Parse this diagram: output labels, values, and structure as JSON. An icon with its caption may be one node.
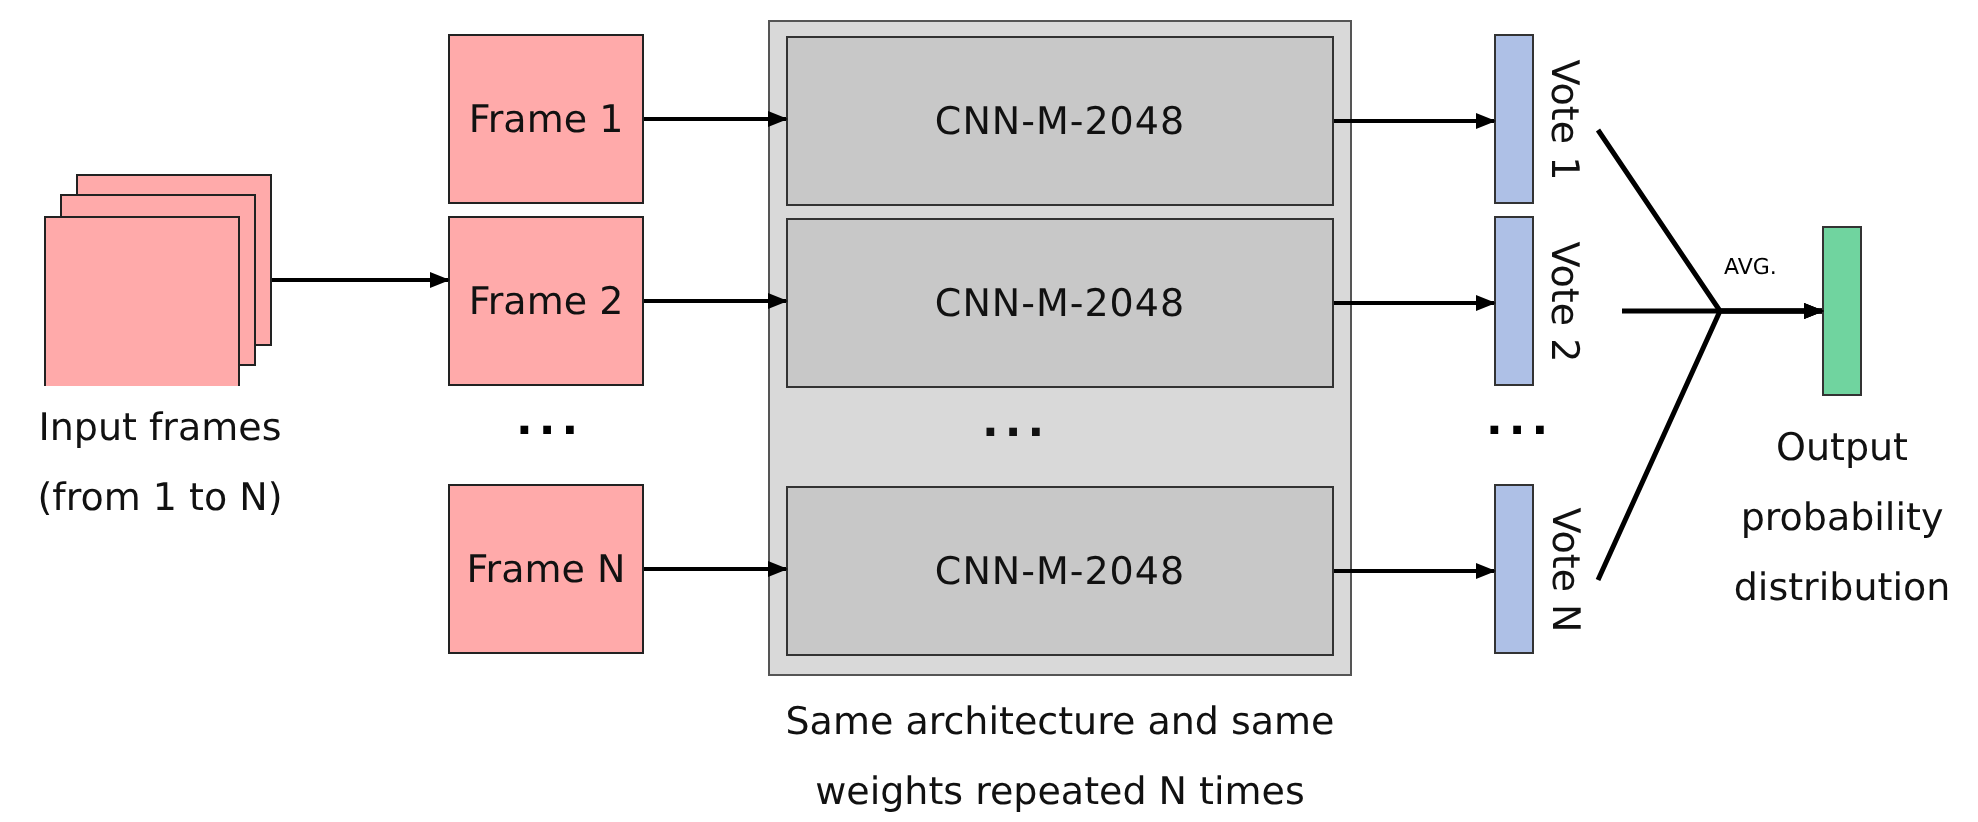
{
  "diagram": {
    "nodes": [
      {
        "text": [],
        "shape": "box",
        "beside": [
          "Input frames (from 1 to N)"
        ]
      },
      {
        "text": [
          "Frame 1"
        ]
      },
      {
        "text": [
          "Frame 2"
        ]
      },
      {
        "text": [
          "Frame N"
        ]
      },
      {
        "text": [],
        "shape": "box",
        "beside": [
          "Same architecture and same weights repeated N times"
        ]
      },
      {
        "text": [
          "CNN-M-2048"
        ],
        "in": 4
      },
      {
        "text": [
          "CNN-M-2048"
        ],
        "in": 4
      },
      {
        "text": [
          "CNN-M-2048"
        ],
        "in": 4
      },
      {
        "text": [
          "Vote 1"
        ]
      },
      {
        "text": [
          "Vote 2"
        ]
      },
      {
        "text": [
          "Vote N"
        ]
      },
      {
        "text": [],
        "shape": "bar",
        "beside": [
          "Output probability distribution"
        ]
      }
    ],
    "edges": [
      {
        "from": 0,
        "to": 2,
        "arrow": "to"
      },
      {
        "from": 1,
        "to": 5,
        "arrow": "to"
      },
      {
        "from": 2,
        "to": 6,
        "arrow": "to"
      },
      {
        "from": 3,
        "to": 7,
        "arrow": "to"
      },
      {
        "from": 5,
        "to": 8,
        "arrow": "to"
      },
      {
        "from": 6,
        "to": 9,
        "arrow": "to"
      },
      {
        "from": 7,
        "to": 10,
        "arrow": "to"
      },
      {
        "from": 8,
        "to": 11,
        "arrow": "to"
      },
      {
        "from": 9,
        "to": 11,
        "arrow": "to",
        "label": "AVG."
      },
      {
        "from": 10,
        "to": 11,
        "arrow": "to"
      }
    ],
    "labels": [
      "...",
      "...",
      "..."
    ]
  }
}
